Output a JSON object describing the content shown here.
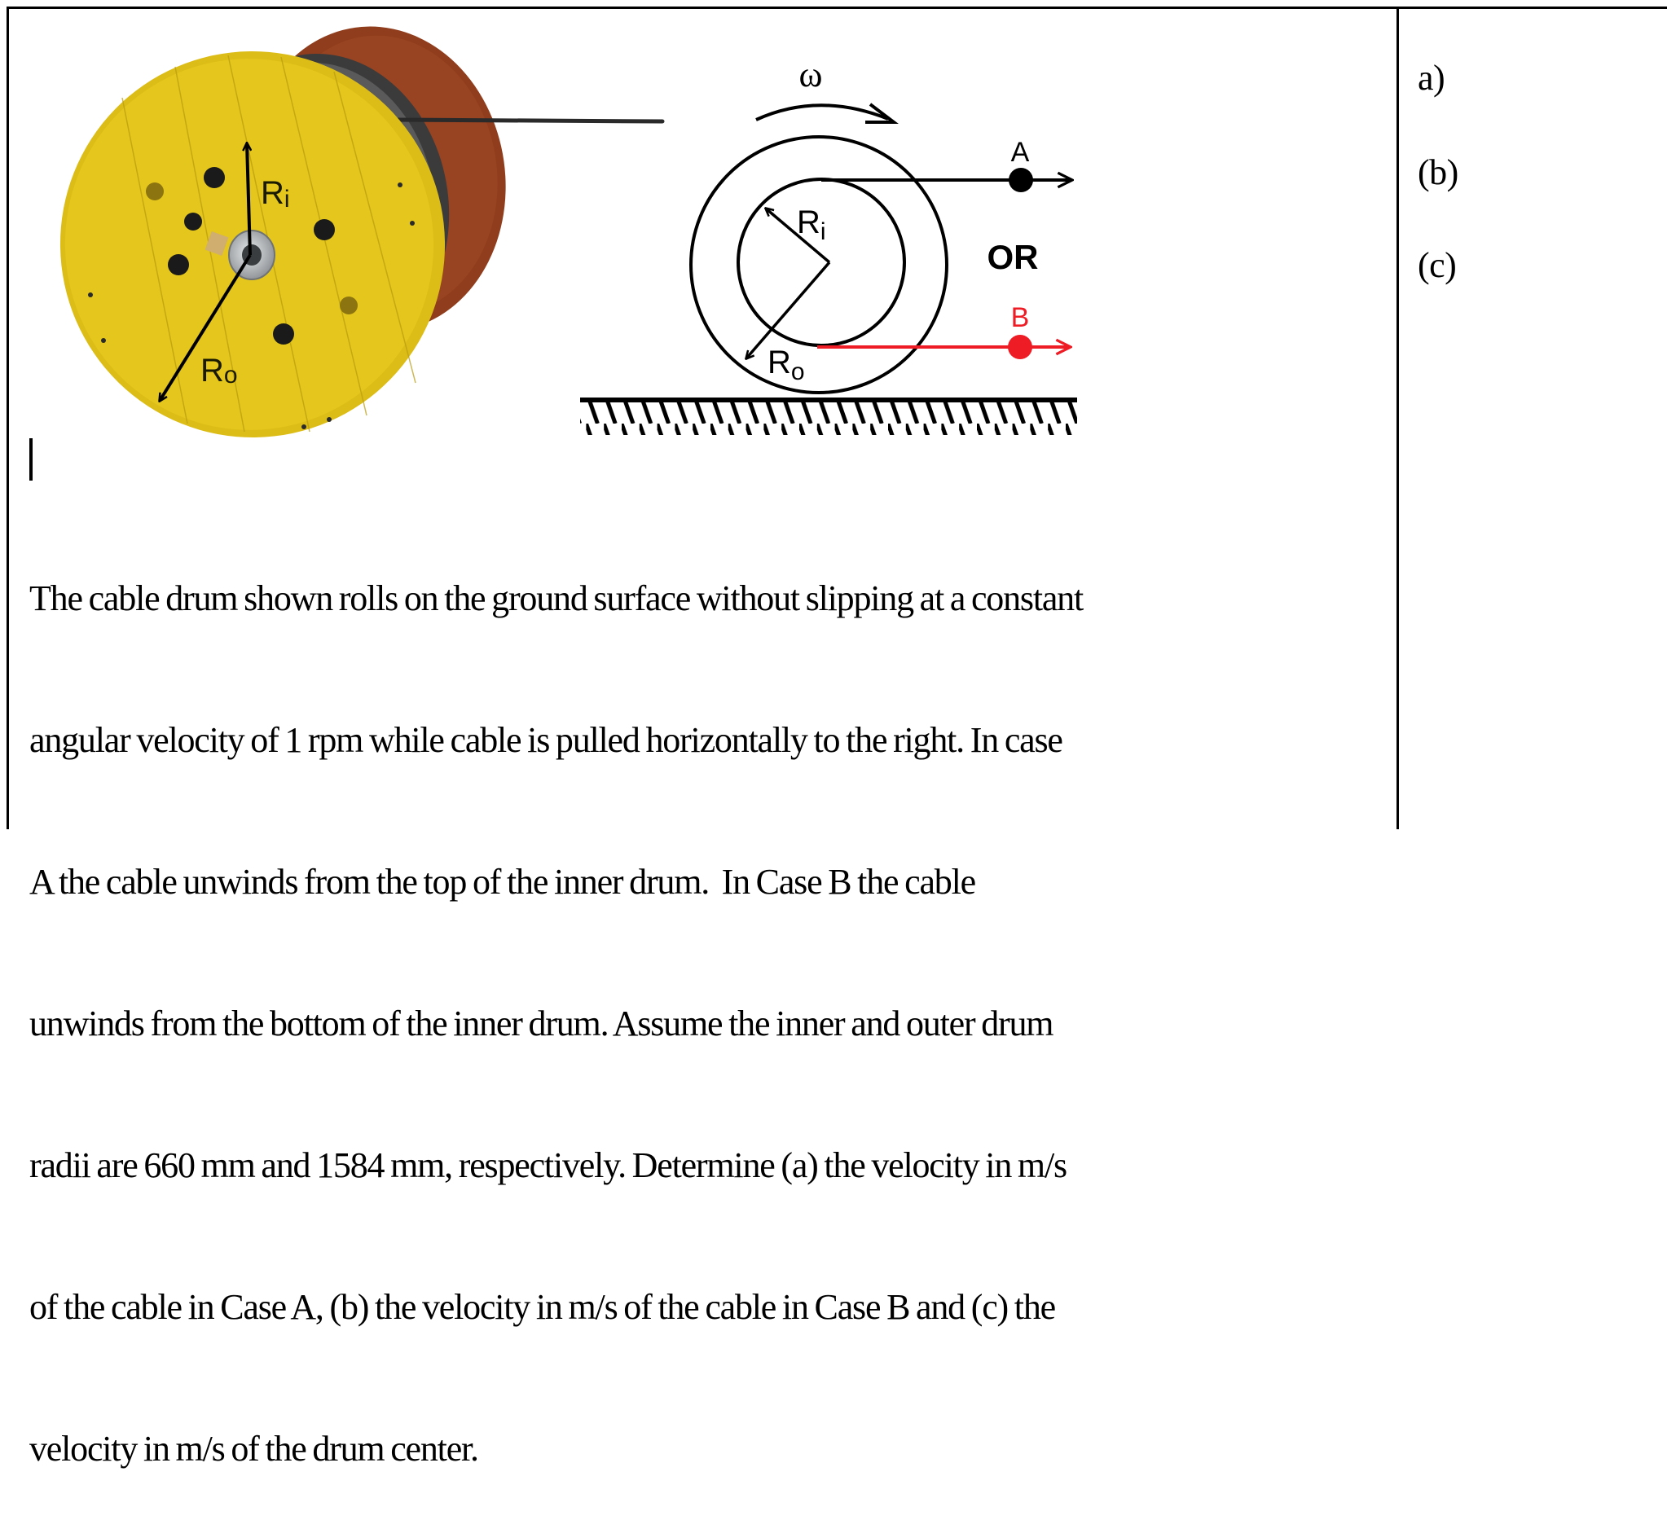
{
  "figure": {
    "photo": {
      "label_inner_radius": "Ri",
      "label_inner_radius_main": "R",
      "label_inner_radius_sub": "i",
      "label_outer_radius_main": "R",
      "label_outer_radius_sub": "o",
      "colors": {
        "front_flange": "#dcbd17",
        "back_flange": "#8f3d1c",
        "cable": "#2a2a2a",
        "hub": "#b8bcc0"
      }
    },
    "diagram": {
      "omega_label": "ω",
      "inner_radius_main": "R",
      "inner_radius_sub": "i",
      "outer_radius_main": "R",
      "outer_radius_sub": "o",
      "case_a_label": "A",
      "case_b_label": "B",
      "or_label": "OR",
      "colors": {
        "case_a": "#000000",
        "case_b": "#ee1c25"
      }
    }
  },
  "problem": {
    "lines": [
      "The cable drum shown rolls on the ground surface without slipping at a constant",
      "angular velocity of 1 rpm while cable is pulled horizontally to the right. In case",
      "A the cable unwinds from the top of the inner drum.  In Case B the cable",
      "unwinds from the bottom of the inner drum. Assume the inner and outer drum",
      "radii are 660 mm and 1584 mm, respectively. Determine (a) the velocity in m/s",
      "of the cable in Case A, (b) the velocity in m/s of the cable in Case B and (c) the",
      "velocity in m/s of the drum center."
    ],
    "angular_velocity": "1 rpm",
    "inner_radius": "660 mm",
    "outer_radius": "1584 mm"
  },
  "answers": {
    "a_label": "a)",
    "b_label": "(b)",
    "c_label": "(c)"
  }
}
